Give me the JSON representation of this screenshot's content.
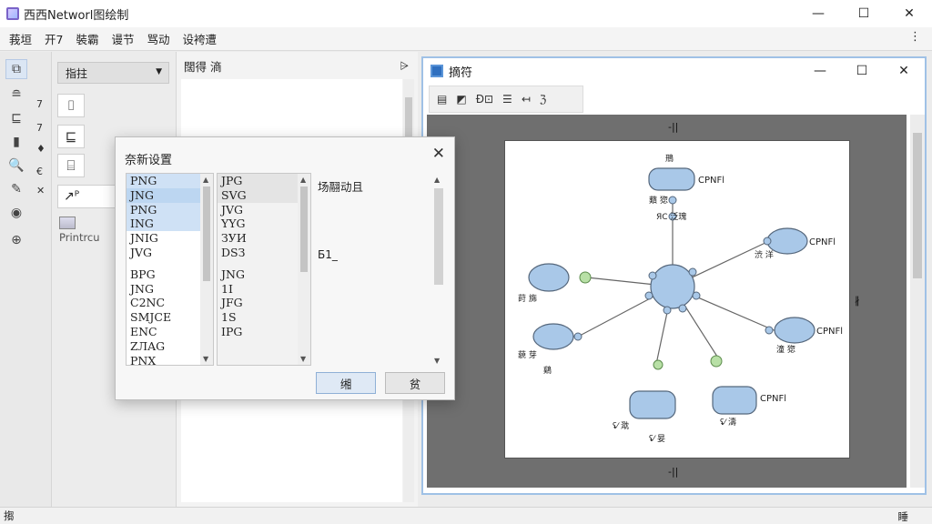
{
  "app": {
    "title": "西西Networl图绘制",
    "window_controls": {
      "minimize": "—",
      "maximize": "☐",
      "close": "✕"
    }
  },
  "menu": {
    "items": [
      "莪垣",
      "开7",
      "裝霸",
      "谩节",
      "骂动",
      "设袴遭"
    ],
    "overflow": "⋮"
  },
  "toolbar": {
    "tools": [
      {
        "icon": "copy-icon",
        "glyph": "⧉",
        "num": ""
      },
      {
        "icon": "stack-icon",
        "glyph": "≘",
        "num": "7"
      },
      {
        "icon": "connector-icon",
        "glyph": "⊑",
        "num": "7"
      },
      {
        "icon": "book-icon",
        "glyph": "▮",
        "num": "♦"
      },
      {
        "icon": "search-icon",
        "glyph": "🔍",
        "num": "€"
      },
      {
        "icon": "pen-icon",
        "glyph": "✎",
        "num": "✕"
      },
      {
        "icon": "eye-icon",
        "glyph": "◉",
        "num": ""
      },
      {
        "icon": "crosshair-icon",
        "glyph": "⊕",
        "num": ""
      }
    ]
  },
  "side_panel": {
    "select_value": "指拄",
    "shape_glyphs": [
      "⌷",
      "⊑",
      "⌸"
    ],
    "wide_glyph": "↗ᴾ",
    "print_label": "Printrcu"
  },
  "list_panel": {
    "header": "闊得 滳",
    "filter_icon": "⩥"
  },
  "doc": {
    "title": "摘符",
    "toolbar_items": [
      "▤",
      "◩",
      "Ð⊡",
      "☰",
      "↤",
      "ℨ"
    ],
    "ruler_top": "-||",
    "ruler_bottom": "-||",
    "ruler_right": "∦"
  },
  "network": {
    "hub": {
      "color": "#a9c8e8"
    },
    "nodes": [
      {
        "label": "CPNFl",
        "sub": "蘱 㺀",
        "caption": "ЯC 泛瑰"
      },
      {
        "label": "CPNFl",
        "sub": "⌒",
        "caption": "渋 洋"
      },
      {
        "label": "",
        "sub": "",
        "caption": "莳 旆"
      },
      {
        "label": "",
        "sub": "",
        "caption": "藐 芽"
      },
      {
        "label": "",
        "sub": "",
        "caption": "鷄"
      },
      {
        "label": "CPNFl",
        "sub": "",
        "caption": "潼 㺀"
      },
      {
        "label": "",
        "sub": "",
        "caption": "ʢ⁄ 㴷"
      },
      {
        "label": "",
        "sub": "",
        "caption": "ʢ⁄ 妟 "
      },
      {
        "label": "CPNFl",
        "sub": "",
        "caption": "ʢ⁄ 濤"
      }
    ],
    "top_label": "鳽"
  },
  "dialog": {
    "title": "奈新设置",
    "close": "✕",
    "list1": [
      "PNG",
      "JNG",
      "PNG",
      "ING",
      "JNIG",
      "JVG",
      "BPG",
      "JNG",
      "C2NC",
      "SMJCE",
      "ЕNC",
      "ZЛAG",
      "PNX"
    ],
    "list2": [
      "JPG",
      "SVG",
      "JVG",
      "YYG",
      "ЗУИ",
      "DЅЗ",
      "JNG",
      "1I",
      "JFG",
      "1S",
      "IPG"
    ],
    "option_label": "场翮动且",
    "option_value": "Б1_",
    "ok": "缃",
    "cancel": "贫"
  },
  "status": {
    "left": "搊",
    "right": "睡"
  }
}
